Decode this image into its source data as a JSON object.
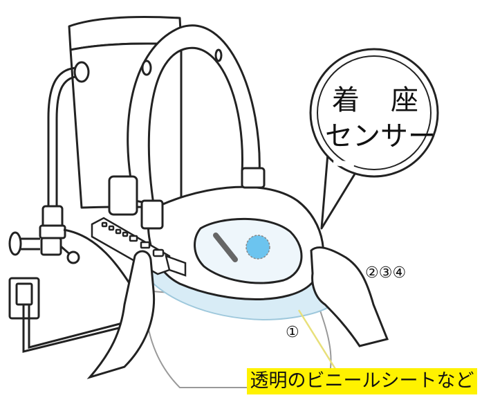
{
  "callout": {
    "line1_left": "着",
    "line1_right": "座",
    "line2": "センサー"
  },
  "steps_label": "②③④",
  "step1_label": "①",
  "caption": "透明のビニールシートなど",
  "colors": {
    "outline": "#222222",
    "sheet": "#d8ecf6",
    "sensor_glow": "#6cc4ef",
    "caption_bg": "#fff200",
    "pointer_line": "#e8e07a"
  }
}
